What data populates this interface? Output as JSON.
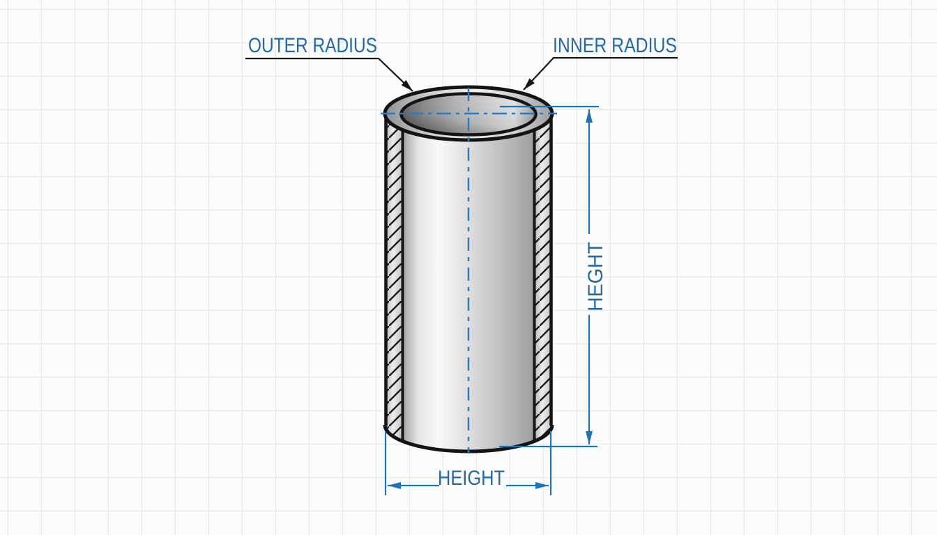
{
  "drawing": {
    "labels": {
      "outer_radius": "OUTER RADIUS",
      "inner_radius": "INNER RADIUS",
      "height_vertical": "HEGHT",
      "height_bottom": "HEIGHT"
    },
    "colors": {
      "label_text": "#2569A4",
      "dimension_line": "#1E74BC",
      "centerline": "#2B7AC2",
      "leader_line": "#151515",
      "outline": "#141414",
      "grid_line": "#E4E8EA",
      "background": "#FCFCFC"
    }
  }
}
